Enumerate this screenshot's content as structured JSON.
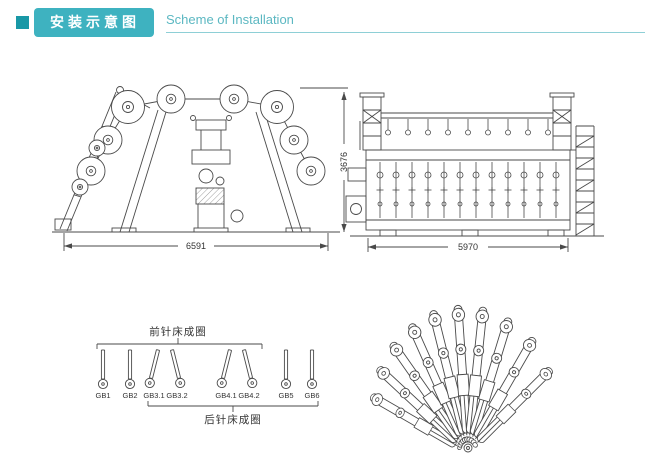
{
  "header": {
    "title_zh": "安装示意图",
    "title_en": "Scheme of Installation",
    "colors": {
      "accent": "#3eb2c0",
      "accent_dark": "#1898a6",
      "rule": "#8ecfd6",
      "line": "#4a4a4a"
    }
  },
  "front_view": {
    "label": "machine front elevation with yarn beams",
    "width_dim": "6591",
    "height_dim": "3676"
  },
  "side_view": {
    "label": "machine side elevation with ladder",
    "width_dim": "5970"
  },
  "guide_bar_diagram": {
    "front_label": "前针床成圈",
    "back_label": "后针床成圈",
    "bars": [
      "GB1",
      "GB2",
      "GB3.1",
      "GB3.2",
      "GB4.1",
      "GB4.2",
      "GB5",
      "GB6"
    ]
  }
}
